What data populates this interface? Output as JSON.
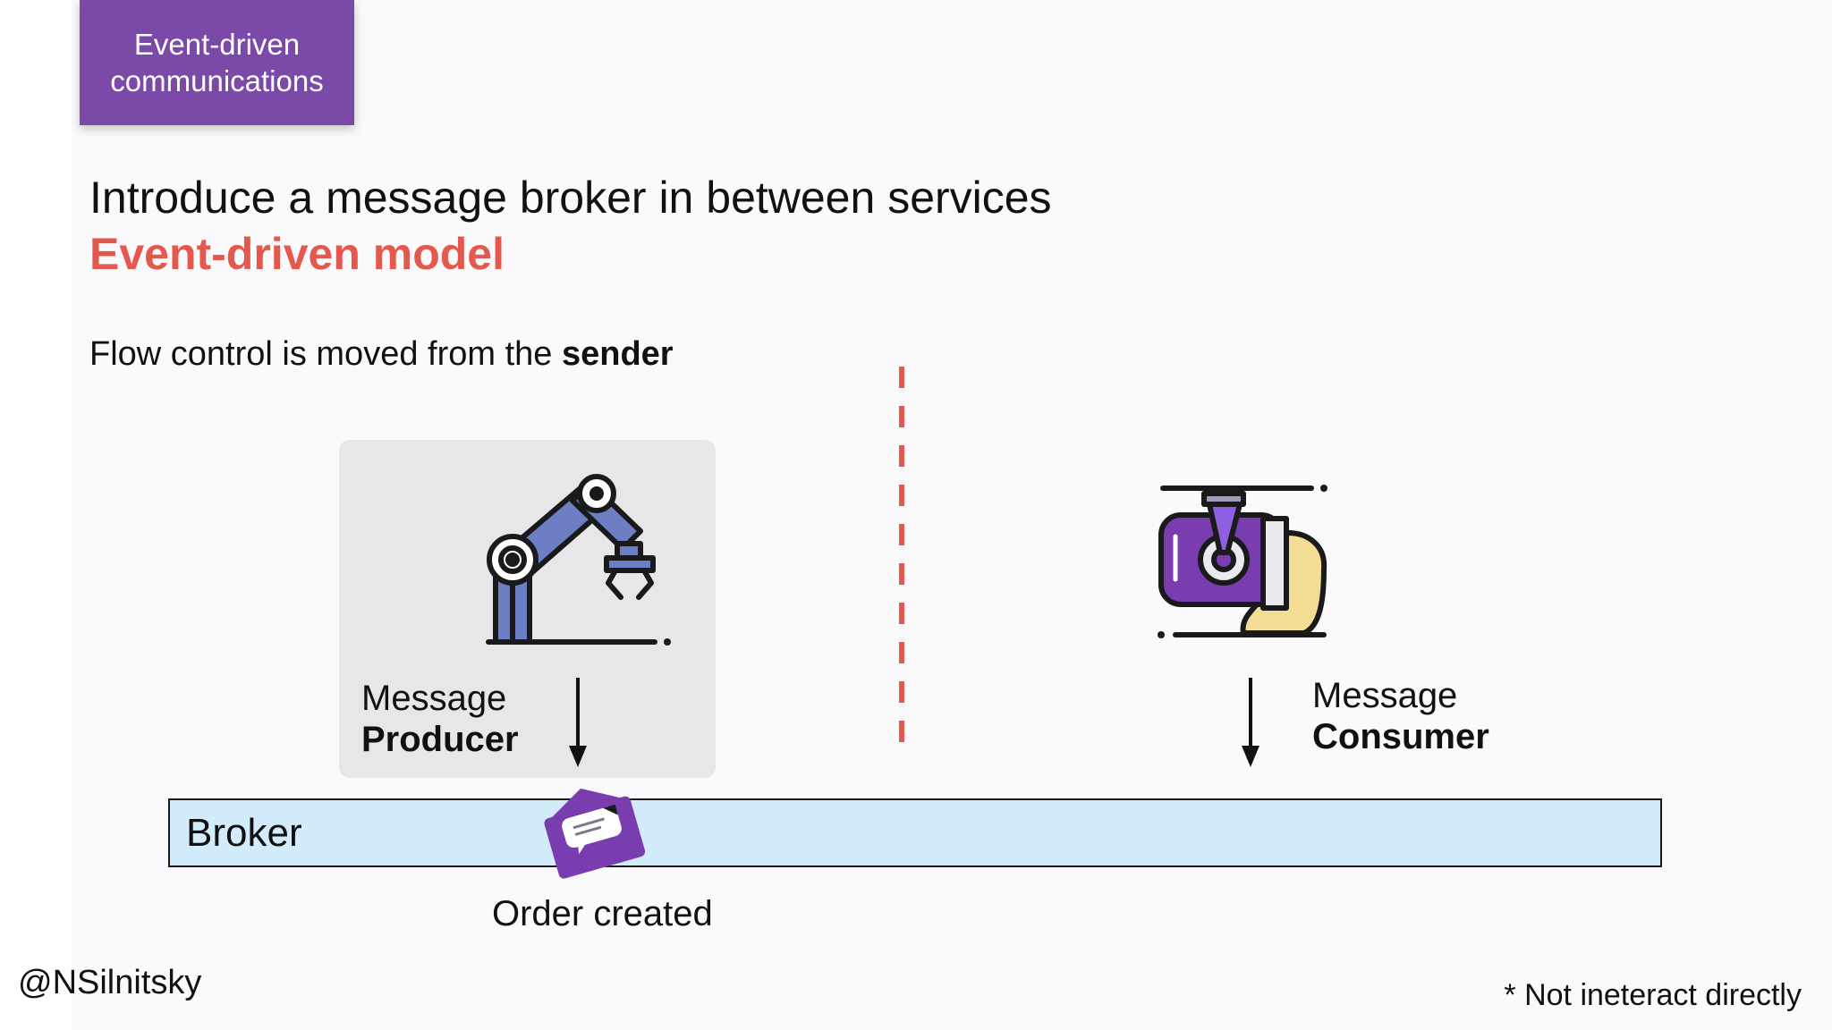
{
  "section_tag": {
    "line1": "Event-driven",
    "line2": "communications"
  },
  "title": "Introduce a message broker in between services",
  "subtitle": "Event-driven model",
  "flow_note": {
    "prefix": "Flow control is moved from the ",
    "bold": "sender"
  },
  "producer": {
    "line1": "Message",
    "line2": "Producer",
    "icon": "robotic-arm-icon"
  },
  "consumer": {
    "line1": "Message",
    "line2": "Consumer",
    "icon": "machine-consumer-icon"
  },
  "broker": {
    "label": "Broker"
  },
  "event": {
    "label": "Order created",
    "icon": "envelope-message-icon"
  },
  "author_handle": "@NSilnitsky",
  "footnote": "* Not ineteract directly",
  "colors": {
    "accent_purple": "#7b49a8",
    "accent_red": "#e5584e",
    "broker_fill": "#d2ecfb",
    "panel_gray": "#e7e7ea"
  }
}
